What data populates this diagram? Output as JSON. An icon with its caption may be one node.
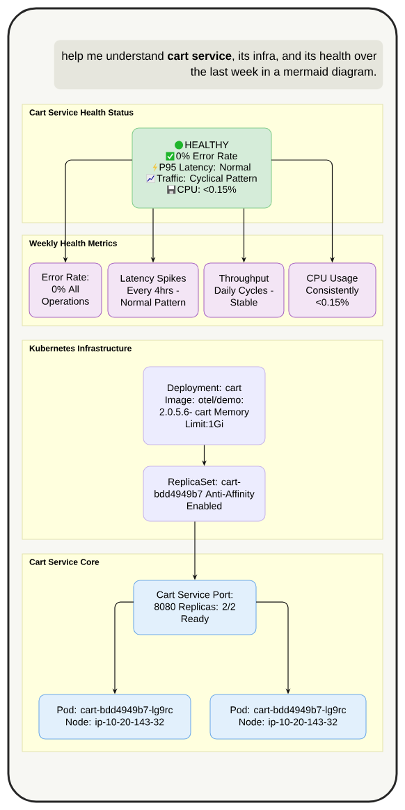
{
  "diagram": {
    "nodes": [
      {
        "text": [
          "help me understand **cart service**, its infra, and its health over the last week in a mermaid diagram."
        ]
      },
      {
        "text": [
          "Cart Service Health Status"
        ]
      },
      {
        "text": [
          "HEALTHY",
          "0% Error Rate",
          "P95 Latency: Normal",
          "Traffic: Cyclical Pattern",
          "CPU: <0.15%"
        ],
        "in": 1
      },
      {
        "text": [
          "Weekly Health Metrics"
        ]
      },
      {
        "text": [
          "Error Rate: 0% All Operations"
        ],
        "in": 3
      },
      {
        "text": [
          "Latency Spikes Every 4hrs - Normal Pattern"
        ],
        "in": 3
      },
      {
        "text": [
          "Throughput Daily Cycles - Stable"
        ],
        "in": 3
      },
      {
        "text": [
          "CPU Usage Consistently <0.15%"
        ],
        "in": 3
      },
      {
        "text": [
          "Kubernetes Infrastructure"
        ]
      },
      {
        "text": [
          "Deployment: cart Image: otel/demo: 2.0.5.6- cart Memory Limit:1Gi"
        ],
        "in": 8
      },
      {
        "text": [
          "ReplicaSet: cart- bdd4949b7 Anti-Affinity Enabled"
        ],
        "in": 8
      },
      {
        "text": [
          "Cart Service Core"
        ]
      },
      {
        "text": [
          "Cart Service Port: 8080 Replicas: 2/2 Ready"
        ],
        "in": 11
      },
      {
        "text": [
          "Pod: cart-bdd4949b7-lg9rc Node: ip-10-20-143-32"
        ],
        "in": 11
      },
      {
        "text": [
          "Pod: cart-bdd4949b7-lg9rc Node: ip-10-20-143-32"
        ],
        "in": 11
      }
    ],
    "edges": [
      {
        "from": 2,
        "to": 4,
        "arrow": "to"
      },
      {
        "from": 2,
        "to": 5,
        "arrow": "to"
      },
      {
        "from": 2,
        "to": 6,
        "arrow": "to"
      },
      {
        "from": 2,
        "to": 7,
        "arrow": "to"
      },
      {
        "from": 9,
        "to": 10,
        "arrow": "to"
      },
      {
        "from": 10,
        "to": 12,
        "arrow": "to"
      },
      {
        "from": 12,
        "to": 13,
        "arrow": "to"
      },
      {
        "from": 12,
        "to": 14,
        "arrow": "to"
      }
    ]
  }
}
